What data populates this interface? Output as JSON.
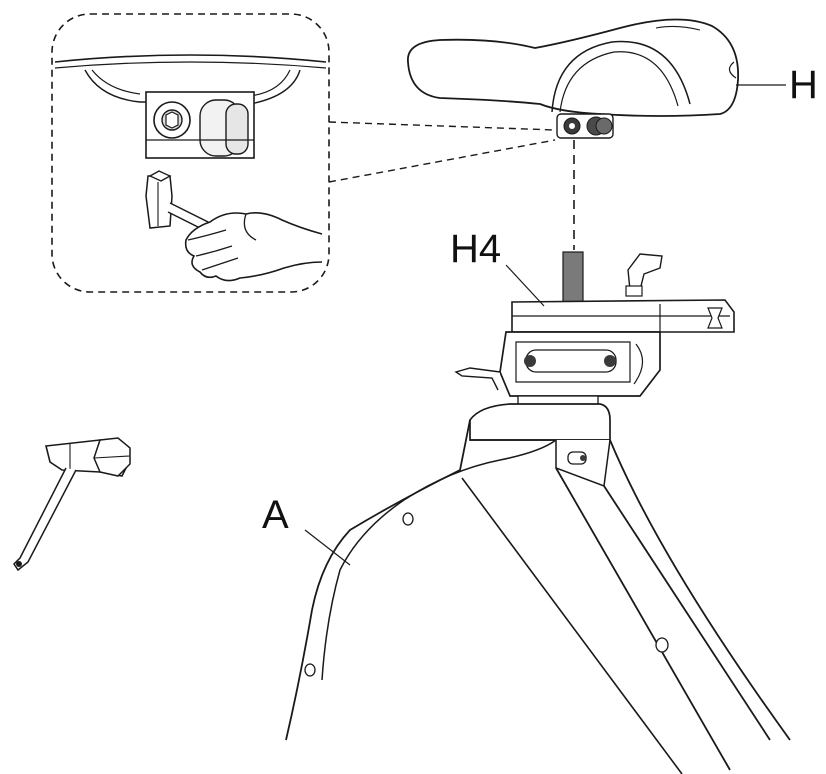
{
  "labels": {
    "seat": "H",
    "seat_post": "H4",
    "frame": "A"
  },
  "colors": {
    "line": "#1a1a1a",
    "post": "#7a7a7a",
    "background": "#ffffff"
  },
  "icons": [
    "seat-icon",
    "wrench-icon",
    "hand-icon",
    "frame-icon",
    "seat-post-icon"
  ]
}
